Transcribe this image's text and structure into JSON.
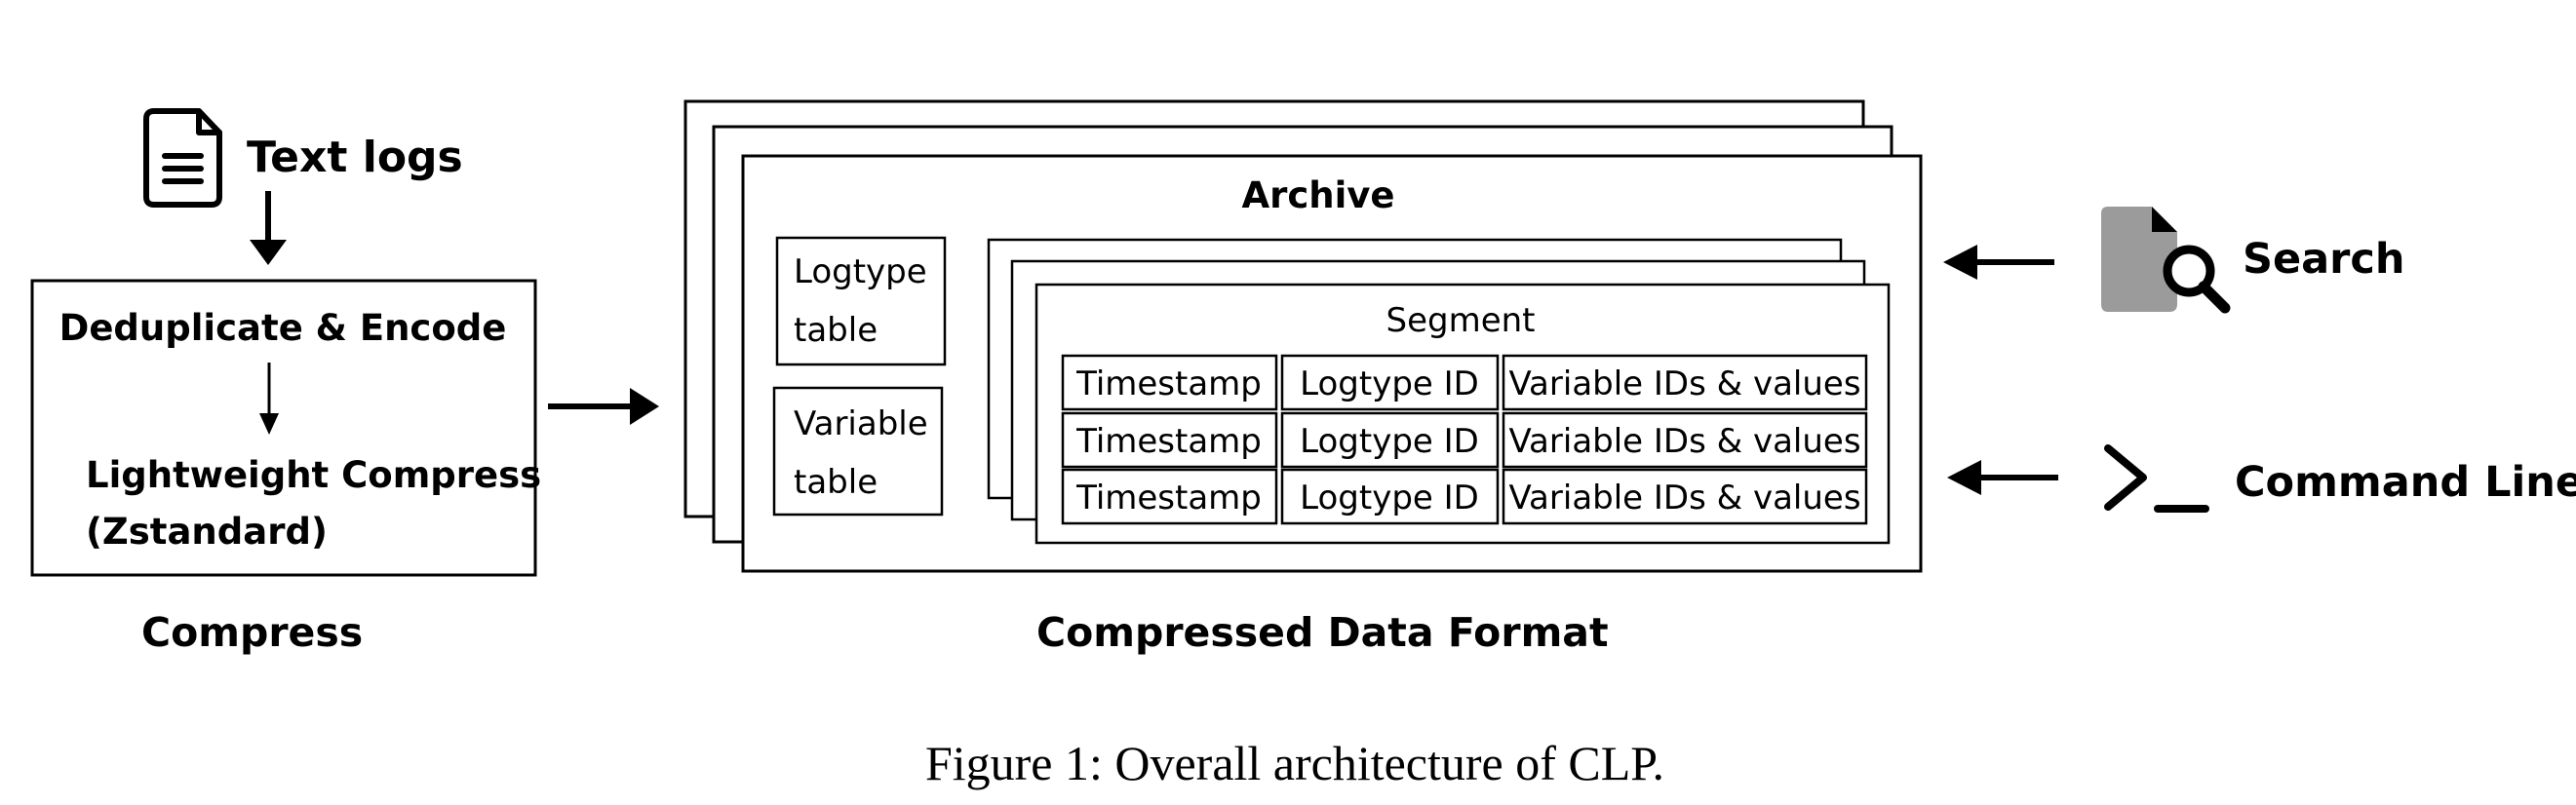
{
  "input": {
    "label": "Text logs",
    "icon": "document-icon"
  },
  "compress": {
    "step1": "Deduplicate & Encode",
    "step2_line1": "Lightweight Compress",
    "step2_line2": "(Zstandard)",
    "caption": "Compress"
  },
  "archive": {
    "title": "Archive",
    "logtype_table_line1": "Logtype",
    "logtype_table_line2": "table",
    "variable_table_line1": "Variable",
    "variable_table_line2": "table",
    "segment": {
      "title": "Segment",
      "columns": [
        "Timestamp",
        "Logtype ID",
        "Variable IDs & values"
      ],
      "rows": [
        [
          "Timestamp",
          "Logtype ID",
          "Variable IDs & values"
        ],
        [
          "Timestamp",
          "Logtype ID",
          "Variable IDs & values"
        ],
        [
          "Timestamp",
          "Logtype ID",
          "Variable IDs & values"
        ]
      ]
    },
    "caption": "Compressed Data Format"
  },
  "search": {
    "label": "Search",
    "icon": "document-search-icon",
    "icon_color": "#9b9b9b"
  },
  "command_line": {
    "label": "Command Line",
    "icon": "terminal-prompt-icon"
  },
  "figure_caption": "Figure 1: Overall architecture of CLP."
}
